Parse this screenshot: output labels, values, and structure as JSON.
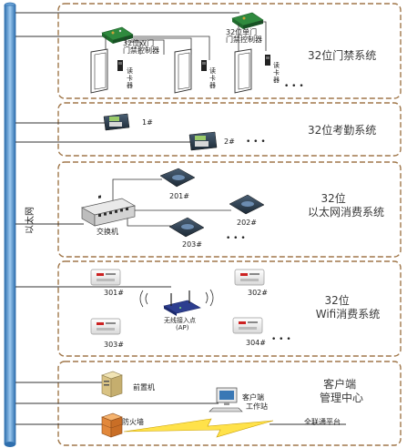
{
  "backbone": {
    "label": "以太网",
    "color": "#4a8fc9"
  },
  "panel_border_color": "#a0774a",
  "sections": {
    "access": {
      "title": "32位门禁系统",
      "double_controller": "32位双门\n门禁控制器",
      "single_controller": "32位单门\n门禁控制器",
      "reader_label": "读\n卡\n器"
    },
    "attendance": {
      "title": "32位考勤系统",
      "devices": [
        "1#",
        "2#"
      ]
    },
    "ethernet_pos": {
      "title": "32位\n以太网消费系统",
      "switch_label": "交换机",
      "devices": [
        "201#",
        "202#",
        "203#"
      ]
    },
    "wifi_pos": {
      "title": "32位\nWifi消费系统",
      "ap_label": "无线接入点\n(AP)",
      "devices": [
        "301#",
        "302#",
        "303#",
        "304#"
      ]
    },
    "client": {
      "title": "客户端\n管理中心",
      "front_server": "前置机",
      "workstation": "客户端\n工作站",
      "firewall": "防火墙",
      "platform": "全联通平台"
    }
  },
  "ellipsis": "• • •"
}
